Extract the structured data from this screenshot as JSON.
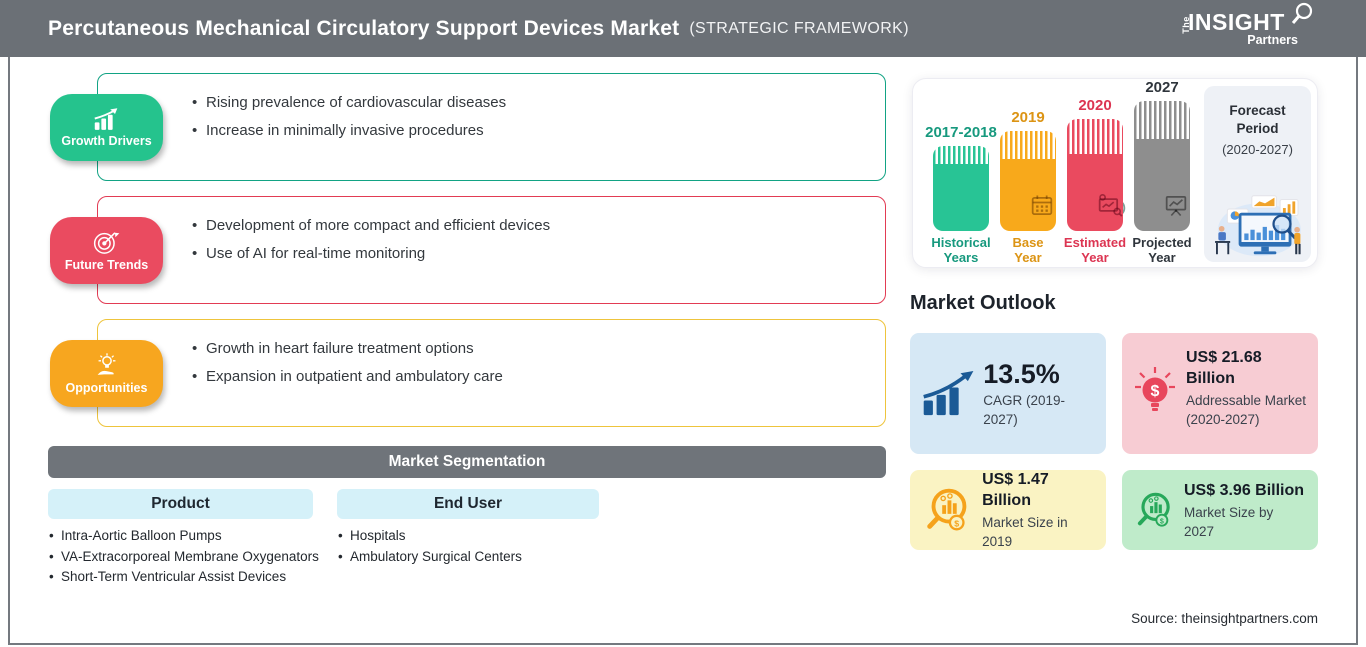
{
  "header": {
    "title": "Percutaneous Mechanical Circulatory Support Devices Market",
    "subtitle": "(STRATEGIC FRAMEWORK)",
    "logo": {
      "the": "The",
      "insight": "INSIGHT",
      "partners": "Partners"
    }
  },
  "framework": {
    "sections": [
      {
        "label": "Growth Drivers",
        "icon": "growth-chart-icon",
        "badge_color": "#25C38D",
        "border_color": "#12A384",
        "items": [
          "Rising prevalence of cardiovascular diseases",
          "Increase in minimally invasive procedures"
        ]
      },
      {
        "label": "Future Trends",
        "icon": "target-dart-icon",
        "badge_color": "#EA4B60",
        "border_color": "#E23B54",
        "items": [
          "Development of more compact and efficient devices",
          "Use of AI for real-time monitoring"
        ]
      },
      {
        "label": "Opportunities",
        "icon": "bulb-hand-icon",
        "badge_color": "#F7A61F",
        "border_color": "#EEC43C",
        "items": [
          "Growth in heart failure treatment options",
          "Expansion in outpatient and ambulatory care"
        ]
      }
    ]
  },
  "segmentation": {
    "title": "Market Segmentation",
    "columns": [
      {
        "header": "Product",
        "items": [
          "Intra-Aortic Balloon Pumps",
          "VA-Extracorporeal Membrane Oxygenators",
          "Short-Term Ventricular Assist Devices"
        ]
      },
      {
        "header": "End User",
        "items": [
          "Hospitals",
          "Ambulatory Surgical Centers"
        ]
      }
    ]
  },
  "timeline": {
    "bars": [
      {
        "year": "2017-2018",
        "label_line1": "Historical",
        "label_line2": "Years",
        "color": "#28C495",
        "icon": "history-clock-icon"
      },
      {
        "year": "2019",
        "label_line1": "Base",
        "label_line2": "Year",
        "color": "#F8A91B",
        "icon": "calendar-icon"
      },
      {
        "year": "2020",
        "label_line1": "Estimated",
        "label_line2": "Year",
        "color": "#EA4A5F",
        "icon": "analytics-screen-icon"
      },
      {
        "year": "2027",
        "label_line1": "Projected",
        "label_line2": "Year",
        "color": "#8E8E8E",
        "icon": "projection-screen-icon"
      }
    ],
    "forecast": {
      "line1": "Forecast",
      "line2": "Period",
      "range": "(2020-2027)"
    }
  },
  "market_outlook": {
    "title": "Market Outlook",
    "cards": [
      {
        "value": "13.5%",
        "caption": "CAGR (2019-2027)",
        "bg": "#D6E8F5",
        "icon": "trend-arrow-chart-icon"
      },
      {
        "value": "US$ 21.68 Billion",
        "caption": "Addressable Market (2020-2027)",
        "bg": "#F7CCD3",
        "icon": "bulb-dollar-icon"
      },
      {
        "value": "US$ 1.47 Billion",
        "caption": "Market Size in 2019",
        "bg": "#FAF3C3",
        "icon": "magnifier-chart-orange-icon"
      },
      {
        "value": "US$ 3.96 Billion",
        "caption": "Market Size by 2027",
        "bg": "#BFEBCA",
        "icon": "magnifier-chart-green-icon"
      }
    ]
  },
  "source": "Source: theinsightpartners.com",
  "colors": {
    "header_bg": "#6B7076",
    "segmentation_bar_bg": "#6F747A",
    "pill_bg": "#D5F1F9",
    "forecast_panel_bg": "#EEF1F6"
  }
}
